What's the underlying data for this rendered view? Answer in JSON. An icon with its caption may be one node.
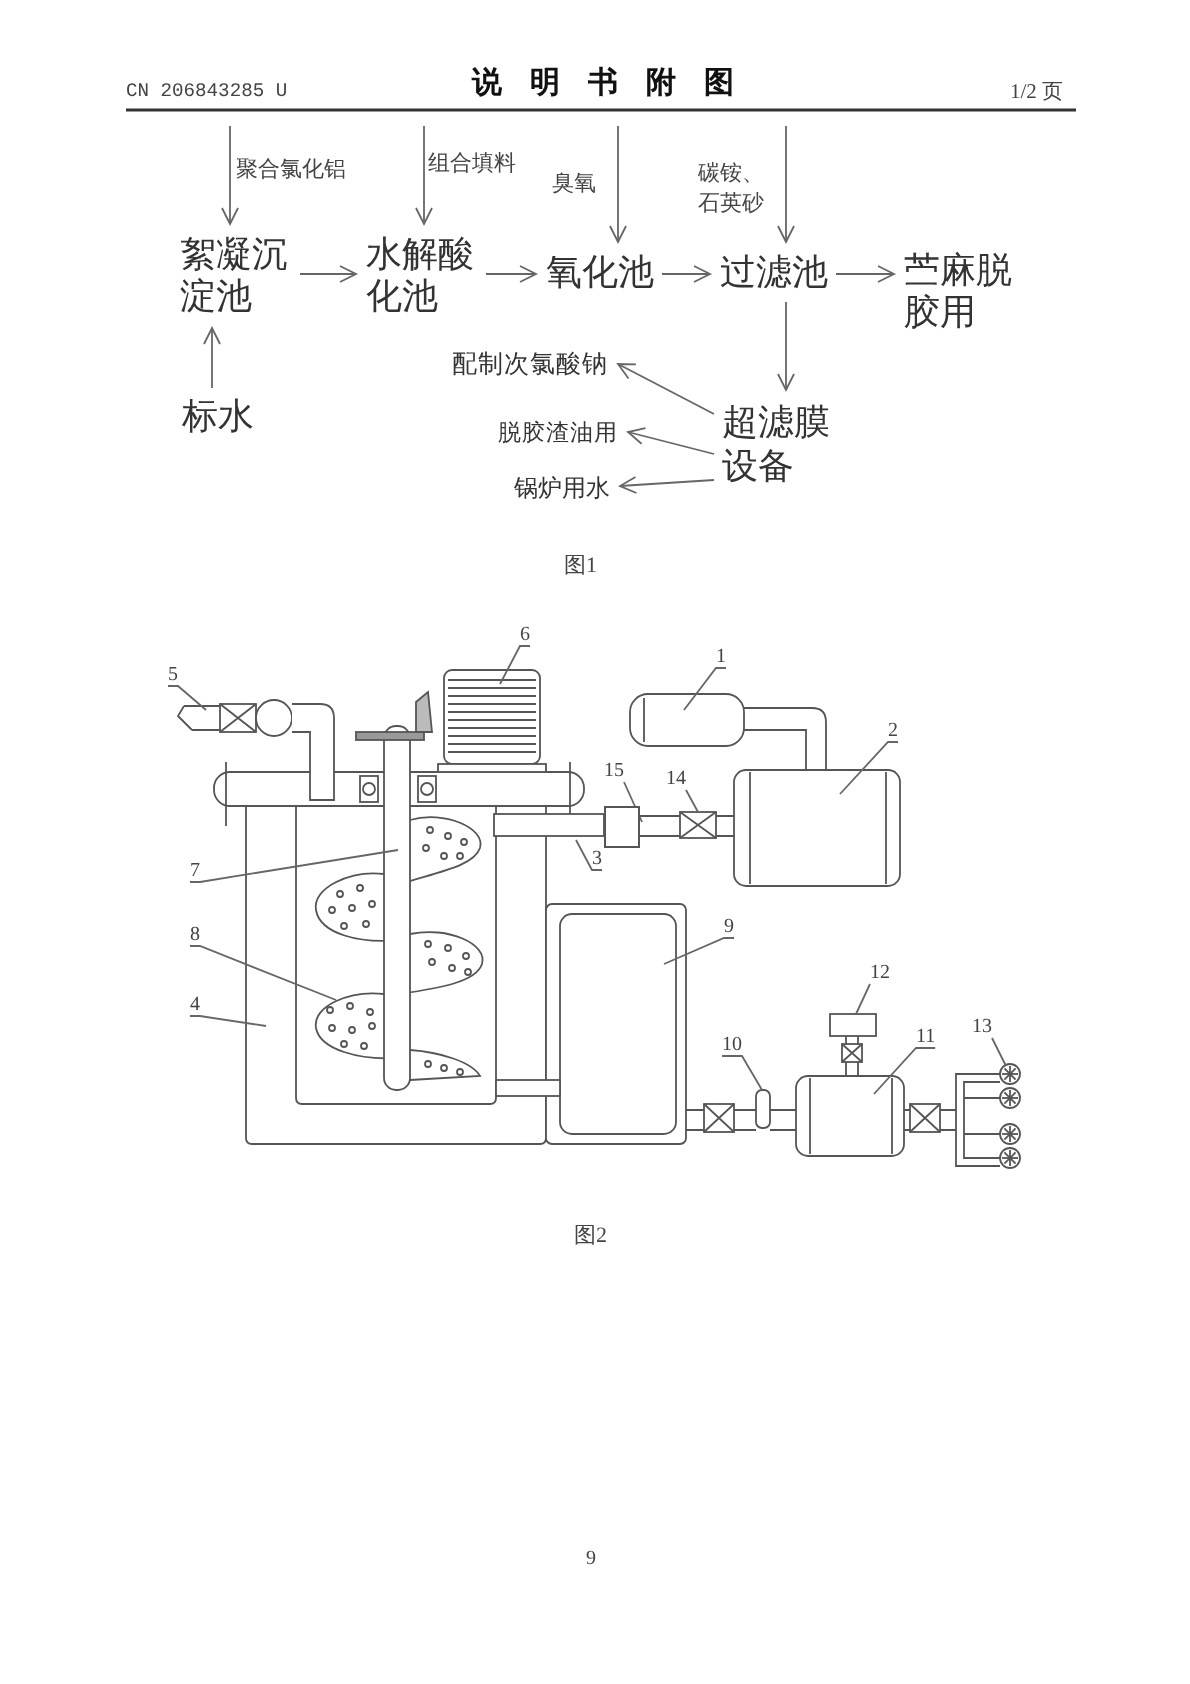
{
  "diagram": {
    "title": "说明书附图",
    "nodes": [
      {
        "text": [
          "絮凝沉淀池"
        ]
      },
      {
        "text": [
          "水解酸化池"
        ]
      },
      {
        "text": [
          "氧化池"
        ]
      },
      {
        "text": [
          "过滤池"
        ]
      },
      {
        "text": [
          "苎麻脱胶用"
        ]
      },
      {
        "text": [
          "配制次氯酸钠"
        ]
      },
      {
        "text": [
          "超滤膜设备"
        ]
      },
      {
        "text": [
          "脱胶渣油用"
        ]
      },
      {
        "text": [
          "锅炉用水"
        ]
      },
      {
        "text": [
          "标水"
        ]
      },
      {
        "text": [
          "6"
        ]
      },
      {
        "text": [
          "1"
        ]
      },
      {
        "text": [
          "5"
        ]
      },
      {
        "text": [
          "2"
        ]
      },
      {
        "text": [
          "15"
        ]
      },
      {
        "text": [
          "14"
        ]
      },
      {
        "text": [
          "3"
        ]
      },
      {
        "text": [
          "7"
        ]
      },
      {
        "text": [
          "9"
        ]
      },
      {
        "text": [
          "8"
        ]
      },
      {
        "text": [
          "12"
        ]
      },
      {
        "text": [
          "4"
        ]
      },
      {
        "text": [
          "13"
        ]
      },
      {
        "text": [
          "11"
        ]
      },
      {
        "text": [
          "10"
        ]
      },
      {
        "text": [],
        "shape": "box"
      }
    ],
    "edges": [
      {
        "from": null,
        "to": 0,
        "arrow": "to",
        "label": "聚合氯化铝"
      },
      {
        "from": null,
        "to": 1,
        "arrow": "to",
        "label": "组合填料"
      },
      {
        "from": null,
        "to": 2,
        "arrow": "to",
        "label": "臭氧"
      },
      {
        "from": null,
        "to": 3,
        "arrow": "to",
        "label": "碳铵、石英砂"
      },
      {
        "from": 0,
        "to": 1,
        "arrow": "to"
      },
      {
        "from": 1,
        "to": 2,
        "arrow": "to"
      },
      {
        "from": 2,
        "to": 3,
        "arrow": "to"
      },
      {
        "from": 3,
        "to": 4,
        "arrow": "to"
      },
      {
        "from": 3,
        "to": 6,
        "arrow": "to"
      },
      {
        "from": 6,
        "to": 5,
        "arrow": "to"
      },
      {
        "from": 6,
        "to": 7,
        "arrow": "to"
      },
      {
        "from": 6,
        "to": 8,
        "arrow": "to"
      },
      {
        "from": 9,
        "to": 0,
        "arrow": "to"
      },
      {
        "from": 10,
        "to": null,
        "arrow": "none"
      },
      {
        "from": 11,
        "to": null,
        "arrow": "none"
      },
      {
        "from": 12,
        "to": null,
        "arrow": "none"
      },
      {
        "from": 13,
        "to": null,
        "arrow": "none"
      },
      {
        "from": 14,
        "to": 25,
        "arrow": "none"
      },
      {
        "from": 15,
        "to": null,
        "arrow": "none"
      },
      {
        "from": 16,
        "to": null,
        "arrow": "none"
      },
      {
        "from": 17,
        "to": null,
        "arrow": "none"
      },
      {
        "from": 18,
        "to": null,
        "arrow": "none"
      },
      {
        "from": 19,
        "to": null,
        "arrow": "none"
      },
      {
        "from": 20,
        "to": null,
        "arrow": "none"
      },
      {
        "from": 21,
        "to": null,
        "arrow": "none"
      },
      {
        "from": 22,
        "to": null,
        "arrow": "none"
      },
      {
        "from": 23,
        "to": null,
        "arrow": "none"
      },
      {
        "from": 24,
        "to": null,
        "arrow": "none"
      }
    ],
    "labels": [
      "CN 206843285 U",
      "1/2 页",
      "图1",
      "图2",
      "9"
    ]
  }
}
